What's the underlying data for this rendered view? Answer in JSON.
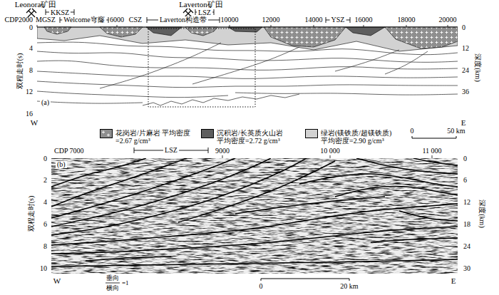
{
  "diagram": {
    "labels": [
      "Leonora矿田",
      "KKSZ",
      "Laverton矿田",
      "LSZ",
      "CDP2000",
      "MGSZ",
      "Welcome穹窿",
      "6000",
      "CSZ",
      "Laverton构造带",
      "10000",
      "12000",
      "14000",
      "YSZ",
      "16000",
      "18000",
      "20000",
      "0",
      "4",
      "8",
      "12",
      "16",
      "双程走时(s)",
      "0",
      "12",
      "24",
      "36",
      "深度(km)",
      "(a)",
      "W",
      "E",
      "0",
      "50 km",
      "CDP 7000",
      "LSZ",
      "9000",
      "10 000",
      "11 000",
      "0",
      "2",
      "4",
      "6",
      "8",
      "10",
      "双程走时(s)",
      "0",
      "6",
      "12",
      "18",
      "24",
      "30",
      "深度(km)",
      "(b)",
      "W",
      "垂向",
      "横向",
      "=1",
      "0",
      "20 km",
      "E"
    ],
    "legend": [
      {
        "text": "花岗岩/片麻岩 平均密度=2.67 g/cm³",
        "color": "#8e8e8e"
      },
      {
        "text": "沉积岩/长英质火山岩 平均密度=2.72 g/cm³",
        "color": "#5e5e5e"
      },
      {
        "text": "绿岩(镁铁质/超镁铁质) 平均密度=2.90 g/cm³",
        "color": "#d2d2d2"
      }
    ]
  }
}
